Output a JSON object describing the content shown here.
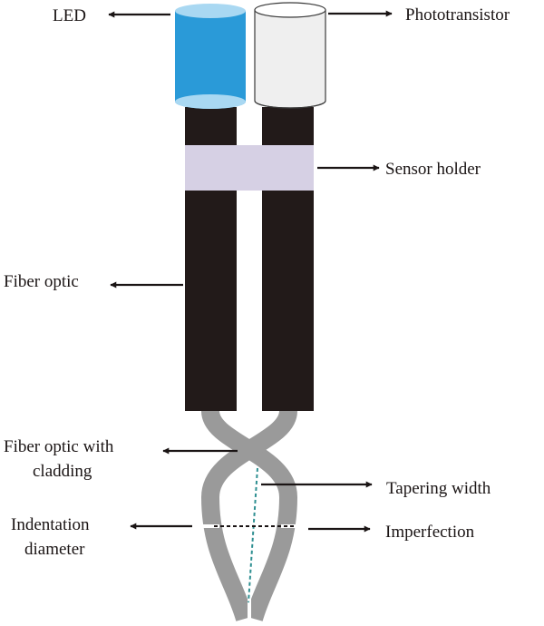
{
  "labels": {
    "led": "LED",
    "phototransistor": "Phototransistor",
    "sensor_holder": "Sensor holder",
    "fiber_optic": "Fiber optic",
    "fiber_optic_cladding_line1": "Fiber optic with",
    "fiber_optic_cladding_line2": "cladding",
    "tapering_width": "Tapering width",
    "indentation_line1": "Indentation",
    "indentation_line2": "diameter",
    "imperfection": "Imperfection"
  },
  "colors": {
    "led_body": "#2a9ad8",
    "led_top": "#a9d8f2",
    "phototransistor_body": "#efefef",
    "fiber": "#221a19",
    "sensor_holder": "#d6d0e4",
    "cladding": "#9a9a9a",
    "taper_line": "#2e8f91",
    "arrow": "#1a1414"
  }
}
